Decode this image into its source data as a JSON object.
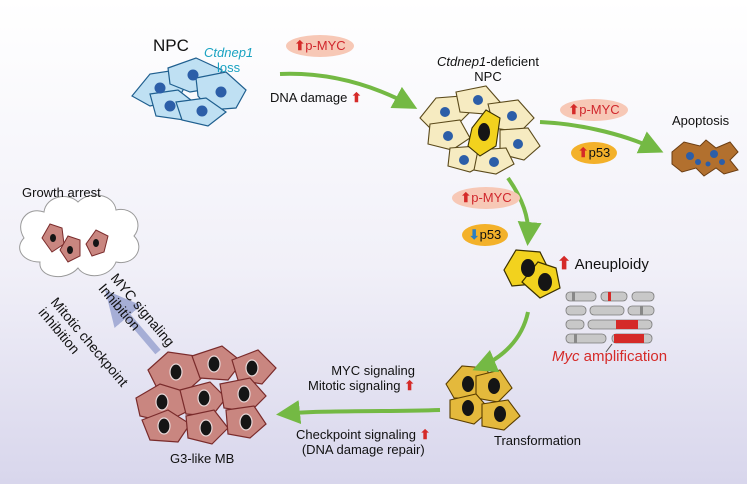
{
  "labels": {
    "npc": "NPC",
    "ctdnep1_gene": "Ctdnep1",
    "loss": "loss",
    "deficient_gene": "Ctdnep1",
    "deficient_suffix": "-deficient",
    "deficient_npc": "NPC",
    "dna_damage": "DNA damage",
    "apoptosis": "Apoptosis",
    "aneuploidy": "Aneuploidy",
    "myc_gene": "Myc",
    "amplification": "amplification",
    "myc_signaling": "MYC signaling",
    "mitotic_signaling": "Mitotic signaling",
    "checkpoint_signaling": "Checkpoint signaling",
    "dna_damage_repair": "(DNA damage repair)",
    "transformation": "Transformation",
    "g3_mb": "G3-like MB",
    "growth_arrest": "Growth arrest",
    "rot_myc_signaling": "MYC signaling",
    "rot_inhibition": "Inhibition",
    "rot_mitotic_checkpoint": "Mitotic checkpoint",
    "rot_inhibition2": "inhibition"
  },
  "pills": {
    "pmyc_top": "p-MYC",
    "pmyc_apoptosis": "p-MYC",
    "p53_apoptosis": "p53",
    "pmyc_down": "p-MYC",
    "p53_down": "p53"
  },
  "glyphs": {
    "up_arrow": "⬆",
    "down_arrow": "⬇"
  },
  "colors": {
    "flow_arrow": "#74b944",
    "inhibition_arrow": "#a6aed6",
    "up_regulation": "#d52a28",
    "down_regulation": "#2c7fc2",
    "highlight_text": "#1aa3c2",
    "myc_amplification_text": "#d52a28",
    "npc_cell": "#bfe0f3",
    "deficient_cell": "#f6ebc1",
    "aneuploid_cell": "#f2d21e",
    "transformed_cell": "#e4b93c",
    "tumor_cell": "#c98680",
    "apoptotic_cell": "#b2702e"
  }
}
